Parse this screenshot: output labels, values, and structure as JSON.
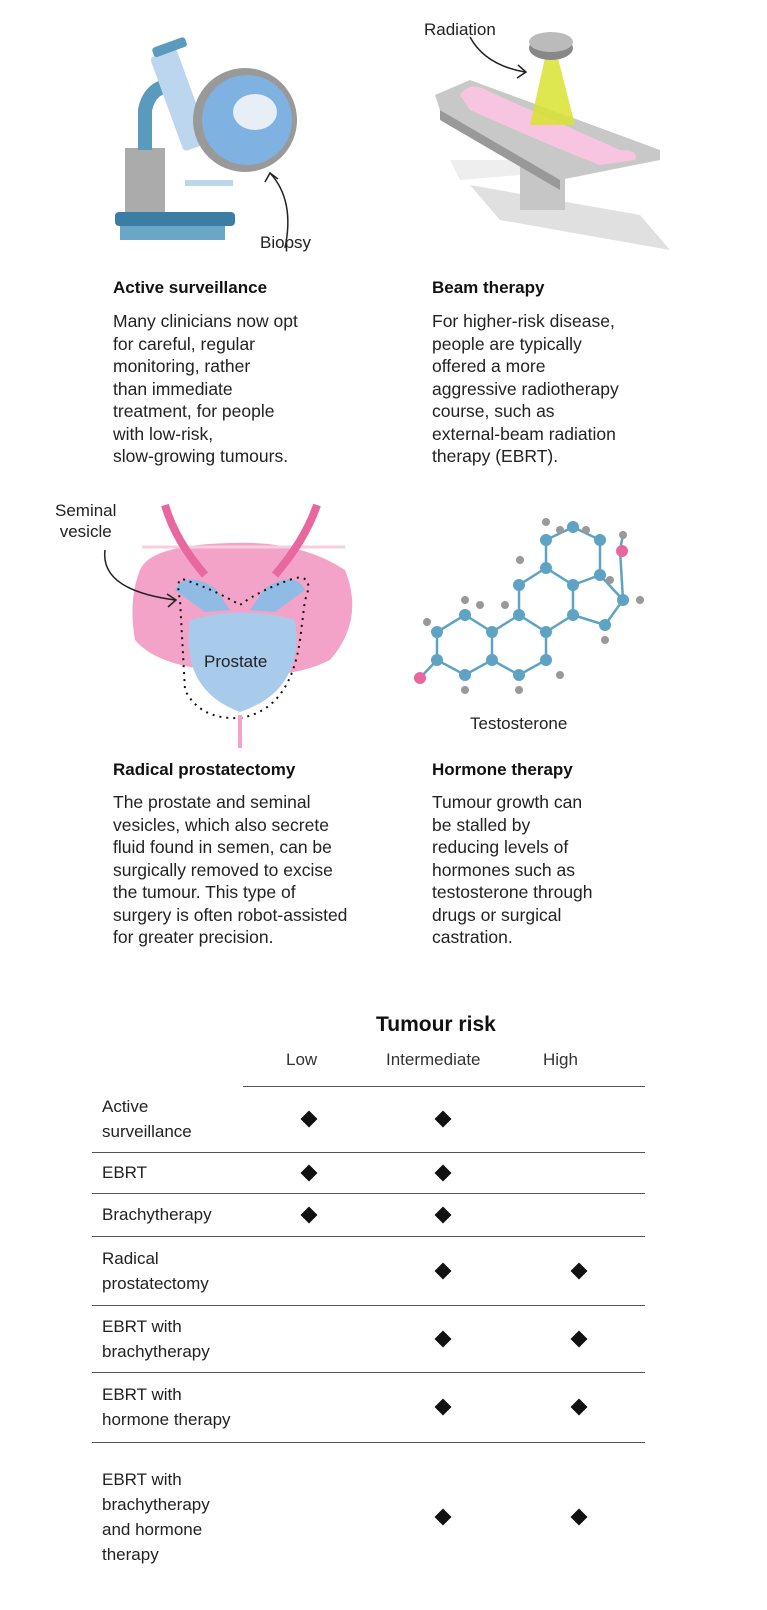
{
  "panels": [
    {
      "title": "Active surveillance",
      "label": "Biopsy",
      "text": "Many clinicians now opt\nfor careful, regular\nmonitoring, rather\nthan immediate\ntreatment, for people\nwith low-risk,\nslow-growing tumours."
    },
    {
      "title": "Beam therapy",
      "label": "Radiation",
      "text": "For higher-risk disease,\npeople are typically\noffered a more\naggressive radiotherapy\ncourse, such as\nexternal-beam radiation\ntherapy (EBRT)."
    },
    {
      "title": "Radical prostatectomy",
      "label": "Seminal\nvesicle",
      "label2": "Prostate",
      "text": "The prostate and seminal\nvesicles, which also secrete\nfluid found in semen, can be\nsurgically removed to excise\nthe tumour. This type of\nsurgery is often robot-assisted\nfor greater precision."
    },
    {
      "title": "Hormone therapy",
      "label": "Testosterone",
      "text": "Tumour growth can\nbe stalled by\nreducing levels of\nhormones such as\ntestosterone through\ndrugs or surgical\ncastration."
    }
  ],
  "table": {
    "title": "Tumour risk",
    "columns": [
      "Low",
      "Intermediate",
      "High"
    ],
    "rows": [
      {
        "label": "Active\nsurveillance",
        "marks": [
          true,
          true,
          false
        ]
      },
      {
        "label": "EBRT",
        "marks": [
          true,
          true,
          false
        ]
      },
      {
        "label": "Brachytherapy",
        "marks": [
          true,
          true,
          false
        ]
      },
      {
        "label": "Radical\nprostatectomy",
        "marks": [
          false,
          true,
          true
        ]
      },
      {
        "label": "EBRT with\nbrachytherapy",
        "marks": [
          false,
          true,
          true
        ]
      },
      {
        "label": "EBRT with\nhormone therapy",
        "marks": [
          false,
          true,
          true
        ]
      },
      {
        "label": "EBRT with\nbrachytherapy\nand hormone\ntherapy",
        "marks": [
          false,
          true,
          true
        ]
      }
    ]
  },
  "colors": {
    "blue": "#7fb2e0",
    "pink": "#f4a3c8",
    "deep_pink": "#e8679f",
    "grey": "#a7a7a7",
    "beam": "#d8e330"
  }
}
